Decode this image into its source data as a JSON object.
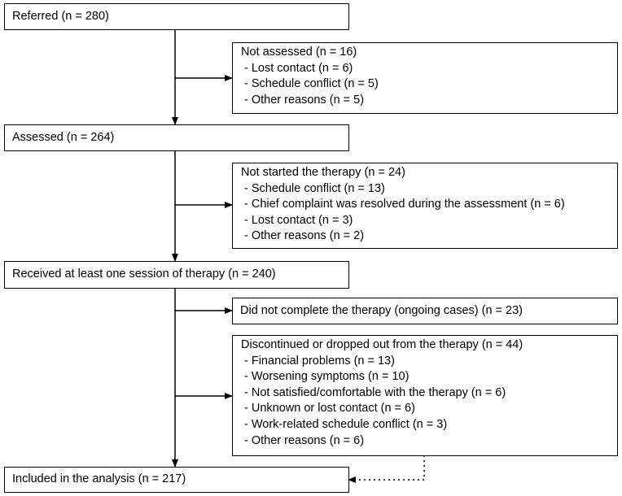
{
  "flowchart": {
    "referred": "Referred (n = 280)",
    "not_assessed": {
      "title": "Not assessed (n = 16)",
      "items": [
        "- Lost contact (n = 6)",
        "- Schedule conflict (n = 5)",
        "- Other reasons (n = 5)"
      ]
    },
    "assessed": "Assessed (n = 264)",
    "not_started": {
      "title": "Not started the therapy (n = 24)",
      "items": [
        "- Schedule conflict (n = 13)",
        "- Chief complaint was resolved during the assessment (n = 6)",
        "- Lost contact (n = 3)",
        "- Other reasons (n = 2)"
      ]
    },
    "received": "Received at least one session of therapy (n = 240)",
    "not_completed": "Did not complete the therapy (ongoing cases)  (n = 23)",
    "discontinued": {
      "title": "Discontinued or dropped out from the therapy (n = 44)",
      "items": [
        "- Financial problems (n = 13)",
        "- Worsening symptoms (n = 10)",
        "- Not satisfied/comfortable with the therapy (n = 6)",
        "- Unknown or lost contact (n = 6)",
        "- Work-related schedule conflict (n = 3)",
        "- Other reasons (n = 6)"
      ]
    },
    "included": "Included in the analysis (n = 217)"
  }
}
